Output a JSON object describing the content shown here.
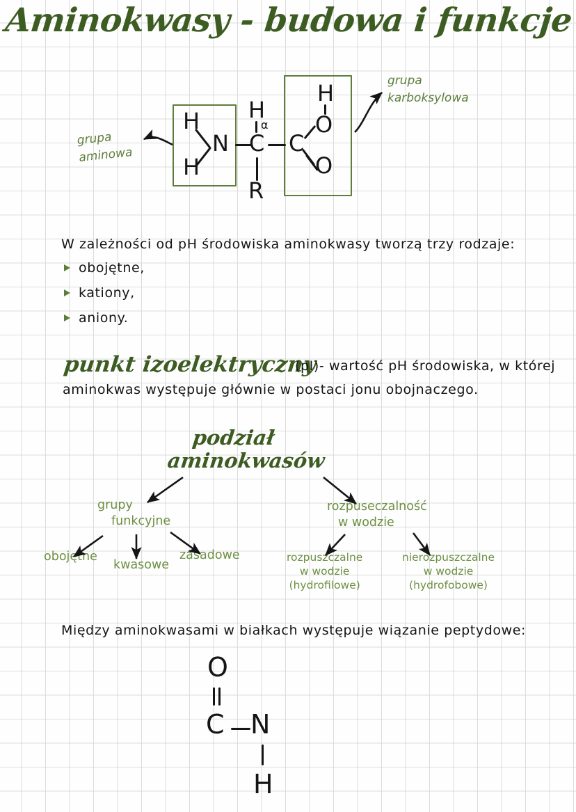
{
  "page": {
    "title": "Aminokwasy - budowa i funkcje białek",
    "grid_color": "#dcdcdc",
    "ink_color": "#141414",
    "heading_green": "#3c5c22",
    "label_green": "#6d8f42",
    "box_green": "#5d7d3b"
  },
  "structure": {
    "amino_group_box": {
      "h_top": "H",
      "n": "N",
      "h_bottom": "H"
    },
    "alpha_carbon": {
      "h": "H",
      "alpha": "α",
      "c": "C",
      "r": "R"
    },
    "carboxyl_box": {
      "h": "H",
      "o_hydroxyl": "O",
      "c": "C",
      "o_carbonyl": "O"
    },
    "annotations": {
      "amino_line1": "grupa",
      "amino_line2": "aminowa",
      "carboxyl_line1": "grupa",
      "carboxyl_line2": "karboksylowa"
    }
  },
  "ph_section": {
    "intro": "W zależności od pH środowiska aminokwasy tworzą trzy rodzaje:",
    "items": [
      "obojętne,",
      "kationy,",
      "aniony."
    ]
  },
  "isoelectric": {
    "heading": "punkt izoelektryczny",
    "definition_line1": "(pI)- wartość pH środowiska,  w  której",
    "definition_line2": "aminokwas występuje głównie w postaci jonu  obojnaczego."
  },
  "classification": {
    "heading_line1": "podział",
    "heading_line2": "aminokwasów",
    "branches": [
      {
        "title_line1": "grupy",
        "title_line2": "funkcyjne",
        "children": [
          {
            "lines": [
              "obojętne"
            ]
          },
          {
            "lines": [
              "kwasowe"
            ]
          },
          {
            "lines": [
              "zasadowe"
            ]
          }
        ]
      },
      {
        "title_line1": "rozpuseczalność",
        "title_line2": "w  wodzie",
        "children": [
          {
            "lines": [
              "rozpuszczalne",
              "w  wodzie",
              "(hydrofilowe)"
            ]
          },
          {
            "lines": [
              "nierozpuszczalne",
              "w  wodzie",
              "(hydrofobowe)"
            ]
          }
        ]
      }
    ]
  },
  "peptide_section": {
    "intro": "Między aminokwasami  w białkach  występuje wiązanie  peptydowe:",
    "bond": {
      "o_top": "O",
      "c": "C",
      "n": "N",
      "h": "H"
    }
  }
}
